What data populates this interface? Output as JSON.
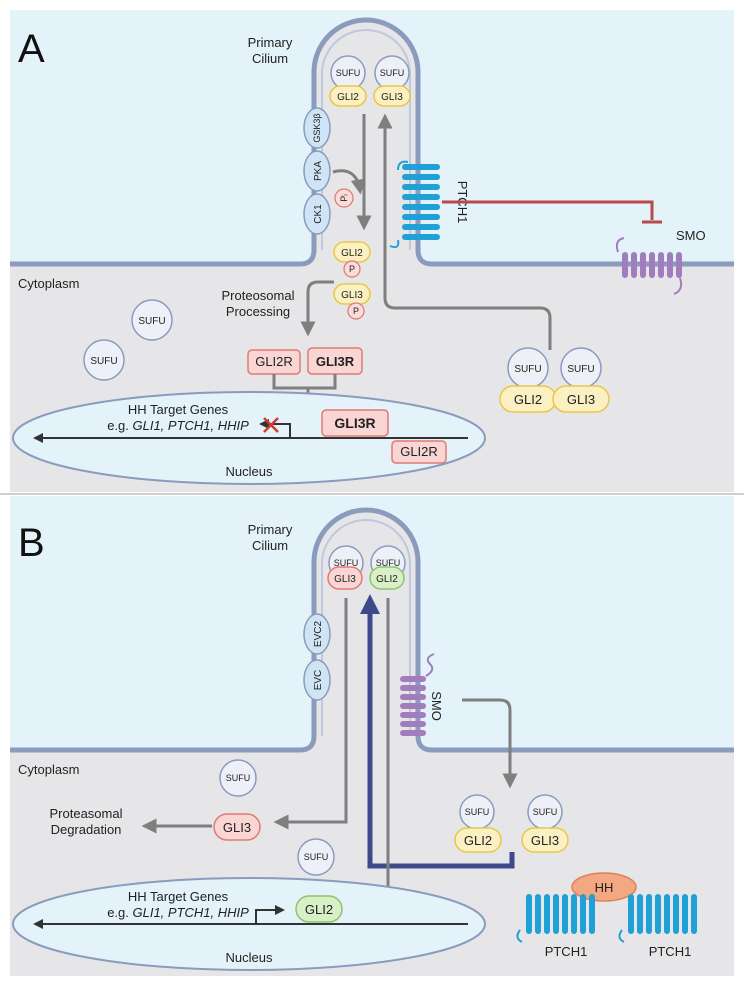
{
  "panel_a": {
    "letter": "A",
    "primary_cilium": [
      "Primary",
      "Cilium"
    ],
    "cytoplasm": "Cytoplasm",
    "nucleus": "Nucleus",
    "kinases": [
      "GSK3β",
      "PKA",
      "CK1"
    ],
    "pi": "Pᵢ",
    "p": "P",
    "sufu": "SUFU",
    "gli2": "GLI2",
    "gli3": "GLI3",
    "gli2r": "GLI2R",
    "gli3r": "GLI3R",
    "ptch1": "PTCH1",
    "smo": "SMO",
    "processing": [
      "Proteosomal",
      "Processing"
    ],
    "target_genes": "HH Target Genes",
    "target_examples_prefix": "e.g. ",
    "target_examples": "GLI1, PTCH1, HHIP"
  },
  "panel_b": {
    "letter": "B",
    "primary_cilium": [
      "Primary",
      "Cilium"
    ],
    "cytoplasm": "Cytoplasm",
    "nucleus": "Nucleus",
    "evc": [
      "EVC2",
      "EVC"
    ],
    "sufu": "SUFU",
    "gli2": "GLI2",
    "gli3": "GLI3",
    "smo": "SMO",
    "hh": "HH",
    "ptch1": "PTCH1",
    "degradation": [
      "Proteasomal",
      "Degradation"
    ],
    "target_genes": "HH Target Genes",
    "target_examples_prefix": "e.g. ",
    "target_examples": "GLI1, PTCH1, HHIP"
  },
  "colors": {
    "extracellular": "#e4f3f9",
    "cytoplasm": "#e6e6e8",
    "membrane": "#8a9bbd",
    "sufu_fill": "#eef0f8",
    "gli_yellow": "#fbf0c2",
    "gli_yellow_stroke": "#e8c84a",
    "gli_red": "#f9d6d3",
    "gli_red_stroke": "#e07a72",
    "gli_green": "#d8efc8",
    "gli_green_stroke": "#8cc56f",
    "ptch_blue": "#1fa0d6",
    "smo_purple": "#a27dbd",
    "arrow_gray": "#7f7f7f",
    "arrow_navy": "#3c4a8c",
    "inhibit_red": "#b84a4a",
    "hh_orange": "#f3a882"
  }
}
